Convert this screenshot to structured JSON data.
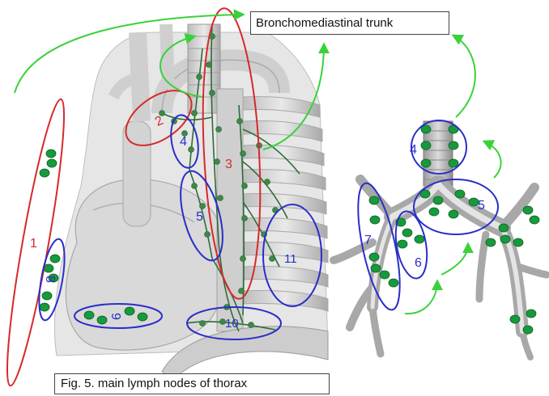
{
  "title_box": {
    "text": "Bronchomediastinal trunk"
  },
  "caption": {
    "text": "Fig. 5. main lymph nodes of thorax"
  },
  "colors": {
    "red_group": "#d62a2a",
    "blue_group": "#2a2ec8",
    "node_fill": "#169a3c",
    "flow_arrow": "#39d23a",
    "anatomy_shade": "#c8c8c8"
  },
  "left_figure_labels": [
    "1",
    "2",
    "3",
    "4",
    "5",
    "6",
    "8",
    "10",
    "11"
  ],
  "right_figure_labels": [
    "4",
    "5",
    "6",
    "7"
  ],
  "icons": [
    "node-dot",
    "flow-arrow",
    "group-ellipse"
  ]
}
